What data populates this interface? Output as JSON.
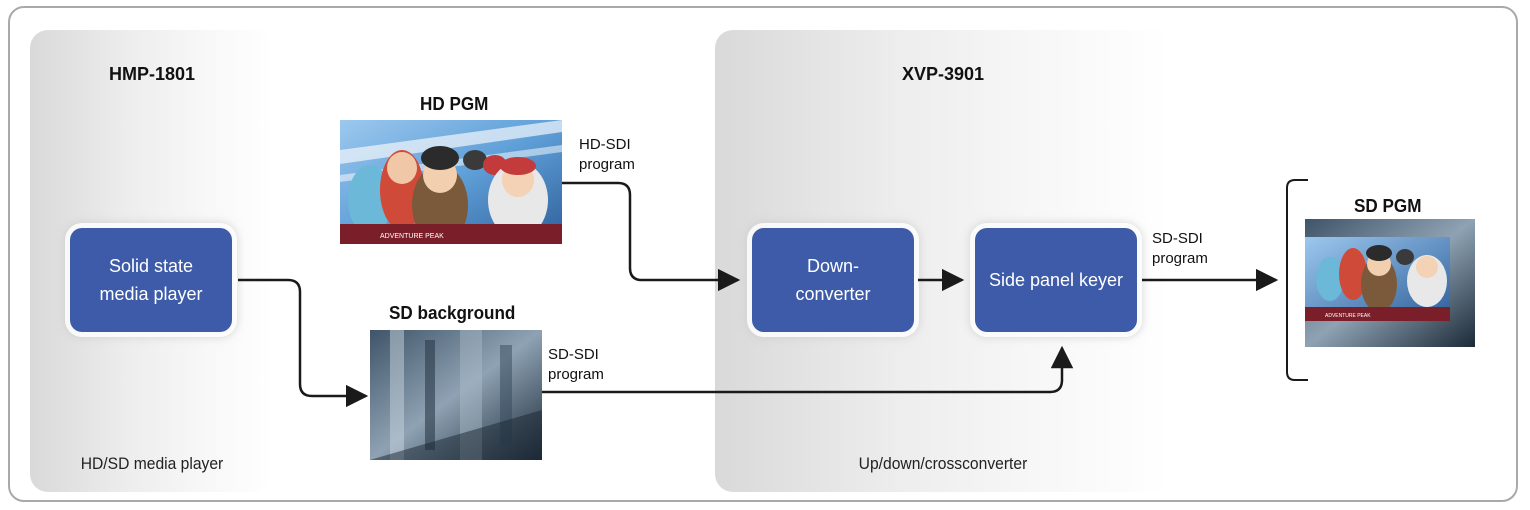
{
  "hmp": {
    "title": "HMP-1801",
    "subtitle": "HD/SD media player",
    "block_line1": "Solid state",
    "block_line2": "media player"
  },
  "xvp": {
    "title": "XVP-3901",
    "subtitle": "Up/down/crossconverter",
    "downconverter_line1": "Down-",
    "downconverter_line2": "converter",
    "keyer": "Side panel keyer"
  },
  "hd_pgm": {
    "title": "HD PGM",
    "caption": "ADVENTURE PEAK",
    "signal_line1": "HD-SDI",
    "signal_line2": "program"
  },
  "sd_background": {
    "title": "SD background",
    "signal_line1": "SD-SDI",
    "signal_line2": "program"
  },
  "sd_pgm": {
    "title": "SD PGM",
    "signal_line1": "SD-SDI",
    "signal_line2": "program",
    "caption": "ADVENTURE PEAK"
  },
  "colors": {
    "block": "#3d5ba8",
    "device_panel": "#e3e3e3",
    "arrow": "#1a1a1a"
  }
}
